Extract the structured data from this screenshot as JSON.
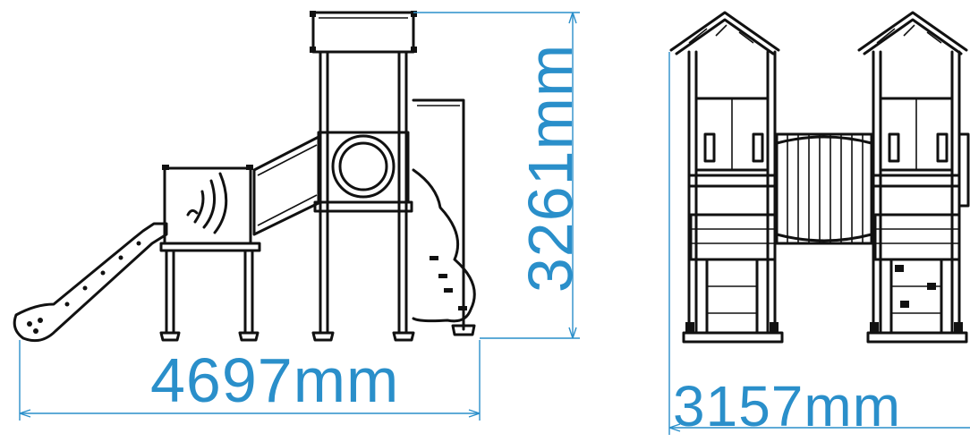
{
  "colors": {
    "dimension": "#2a8fca",
    "line": "#111111",
    "background": "#ffffff"
  },
  "dimensions": {
    "side_width": "4697mm",
    "side_height": "3261mm",
    "front_width": "3157mm"
  }
}
